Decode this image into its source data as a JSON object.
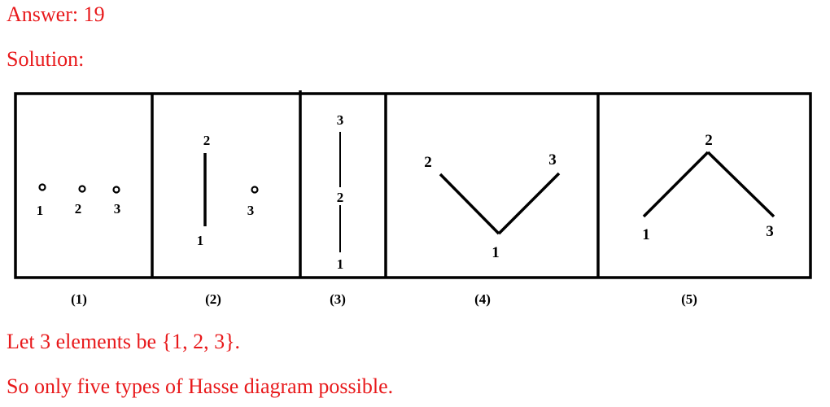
{
  "header": {
    "answer": "Answer: 19",
    "solution": "Solution:"
  },
  "panels": [
    {
      "caption": "(1)",
      "nodes": [
        "1",
        "2",
        "3"
      ]
    },
    {
      "caption": "(2)",
      "nodes": [
        "1",
        "2",
        "3"
      ]
    },
    {
      "caption": "(3)",
      "nodes": [
        "1",
        "2",
        "3"
      ]
    },
    {
      "caption": "(4)",
      "nodes": [
        "1",
        "2",
        "3"
      ]
    },
    {
      "caption": "(5)",
      "nodes": [
        "1",
        "2",
        "3"
      ]
    }
  ],
  "footer": {
    "line1": "Let 3 elements be {1, 2, 3}.",
    "line2": "So only five types of Hasse diagram possible."
  },
  "colors": {
    "text": "#e8191b",
    "diagram": "#000000"
  }
}
